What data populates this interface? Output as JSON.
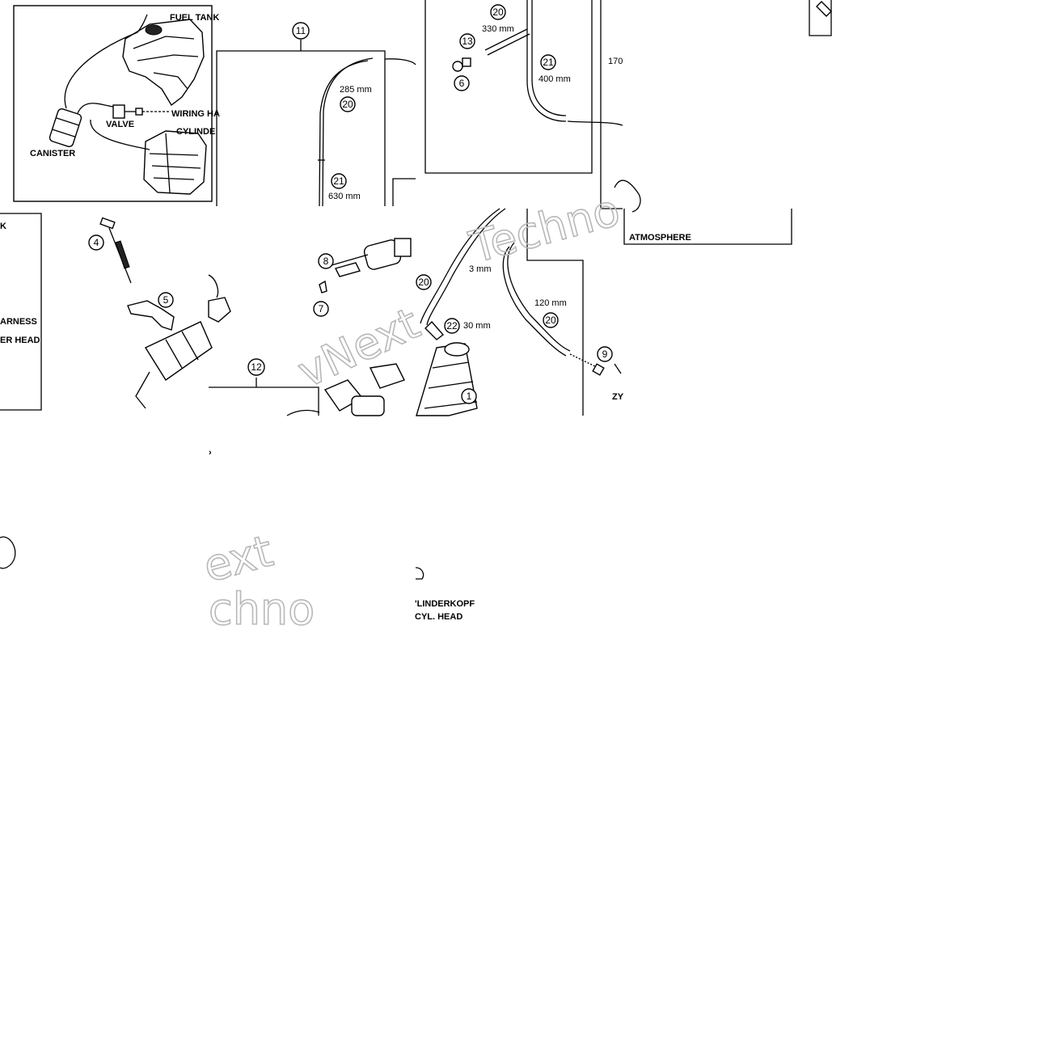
{
  "labels": {
    "fuel_tank": "FUEL TANK",
    "wiring_harness_partial": "WIRING HA",
    "cylinder_partial": "CYLINDE",
    "valve": "VALVE",
    "canister": "CANISTER",
    "atmosphere": "ATMOSPHERE",
    "harness_fragment": "ARNESS",
    "head_fragment": "ER HEAD",
    "zylinderkopf": "'LINDERKOPF",
    "cyl_head": "CYL. HEAD",
    "zy_fragment": "ZY",
    "k_fragment": "K"
  },
  "lengths": {
    "l285": "285 mm",
    "l630": "630 mm",
    "l330": "330 mm",
    "l400": "400 mm",
    "l170_partial": "170",
    "l120": "120 mm",
    "l30": "30 mm",
    "l_mm_partial": "3 mm"
  },
  "callouts": {
    "c1": "1",
    "c4": "4",
    "c5": "5",
    "c6": "6",
    "c7": "7",
    "c8": "8",
    "c9": "9",
    "c11": "11",
    "c12": "12",
    "c13": "13",
    "c20a": "20",
    "c20b": "20",
    "c20c": "20",
    "c20d": "20",
    "c21a": "21",
    "c21b": "21",
    "c22": "22"
  },
  "watermark": {
    "w1": "Techno",
    "w2": "vNext",
    "w3": "ext",
    "w4": "chno"
  }
}
